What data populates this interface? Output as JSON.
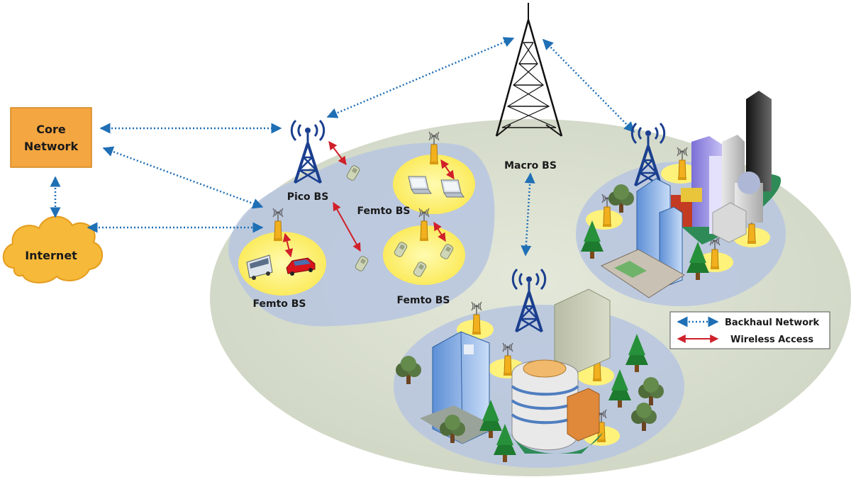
{
  "nodes": {
    "core_network": [
      "Core",
      "Network"
    ],
    "internet": "Internet",
    "macro_bs": "Macro BS",
    "pico_bs": "Pico BS",
    "femto_bs_laptops": "Femto BS",
    "femto_bs_phones": "Femto BS",
    "femto_bs_vehicles": "Femto BS"
  },
  "legend": {
    "backhaul": "Backhaul Network",
    "wireless": "Wireless Access"
  },
  "colors": {
    "backhaul": "#1f6fb5",
    "wireless": "#d0202a",
    "core_box": "#f4a640",
    "cloud": "#f6b93a",
    "macro_cell": "#d6dccb",
    "small_cell": "#b9c7df",
    "femto_cell": "#fff27a",
    "tower": "#1b3f8f"
  },
  "icons": [
    "macro-tower-icon",
    "pico-tower-icon",
    "femto-antenna-icon",
    "laptop-icon",
    "phone-icon",
    "bus-icon",
    "car-icon",
    "building-icon",
    "tree-icon",
    "cloud-icon"
  ]
}
